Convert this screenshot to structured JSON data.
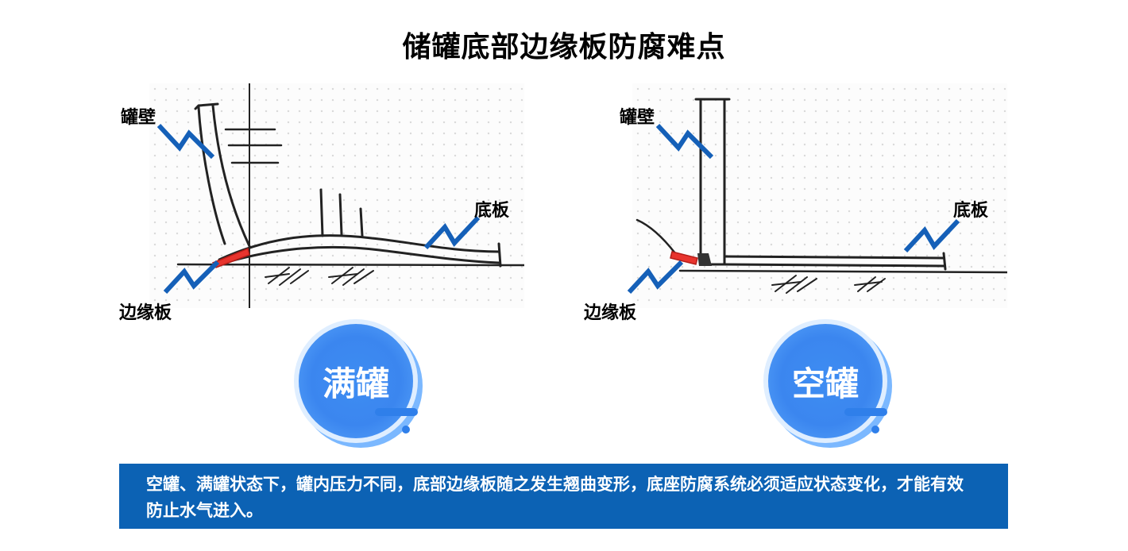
{
  "title": "储罐底部边缘板防腐难点",
  "panels": [
    {
      "label_wall": "罐壁",
      "label_bottom": "底板",
      "label_edge": "边缘板",
      "state": "满罐"
    },
    {
      "label_wall": "罐壁",
      "label_bottom": "底板",
      "label_edge": "边缘板",
      "state": "空罐"
    }
  ],
  "note": "空罐、满罐状态下，罐内压力不同，底部边缘板随之发生翘曲变形，底座防腐系统必须适应状态变化，才能有效防止水气进入。",
  "colors": {
    "accent_blue": "#0c62b4",
    "circle_blue": "#3b86ef",
    "zigzag_blue": "#1560b8",
    "edge_red": "#e8342e"
  },
  "icons": {
    "pointer": "zigzag-arrow-icon"
  }
}
